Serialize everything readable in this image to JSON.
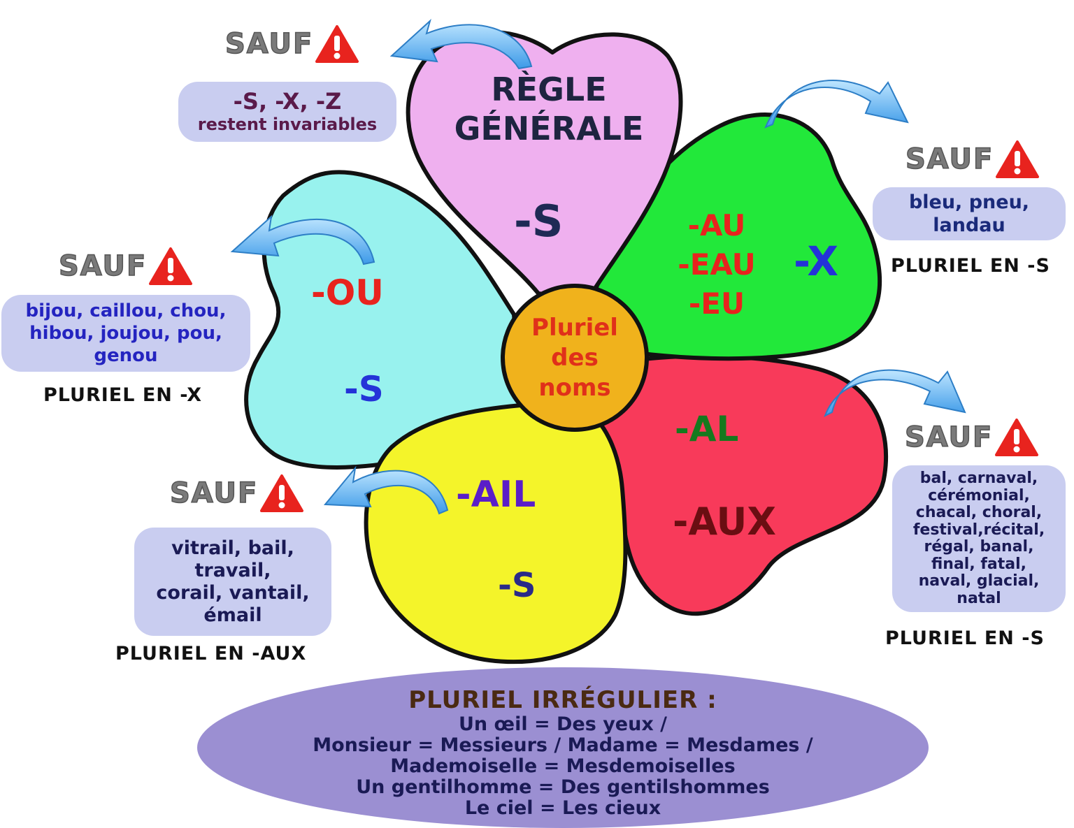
{
  "center": {
    "lines": [
      "Pluriel",
      "des",
      "noms"
    ]
  },
  "petals": {
    "general": {
      "title_lines": [
        "RÈGLE",
        "GÉNÉRALE"
      ],
      "suffix": "-S",
      "color": "#efb0ef"
    },
    "au": {
      "endings": [
        "-AU",
        "-EAU",
        "-EU"
      ],
      "suffix": "-X",
      "color": "#22e83a"
    },
    "al": {
      "ending": "-AL",
      "suffix": "-AUX",
      "color": "#f83a5a"
    },
    "ail": {
      "ending": "-AIL",
      "suffix": "-S",
      "color": "#f4f42a"
    },
    "ou": {
      "ending": "-OU",
      "suffix": "-S",
      "color": "#98f2ee"
    }
  },
  "exceptions": {
    "general": {
      "sauf": "SAUF",
      "lines": [
        "-S,  -X, -Z",
        "restent invariables"
      ]
    },
    "au": {
      "sauf": "SAUF",
      "lines": [
        "bleu, pneu,",
        "landau"
      ],
      "plural": "PLURIEL EN -S"
    },
    "ou": {
      "sauf": "SAUF",
      "lines": [
        "bijou, caillou, chou,",
        "hibou, joujou, pou,",
        "genou"
      ],
      "plural": "PLURIEL EN -X"
    },
    "ail": {
      "sauf": "SAUF",
      "lines": [
        "vitrail, bail,",
        "travail,",
        "corail, vantail,",
        "émail"
      ],
      "plural": "PLURIEL EN -AUX"
    },
    "al": {
      "sauf": "SAUF",
      "lines": [
        "bal, carnaval,",
        "cérémonial,",
        "chacal, choral,",
        "festival,récital,",
        "régal, banal,",
        "final, fatal,",
        "naval, glacial,",
        "natal"
      ],
      "plural": "PLURIEL EN -S"
    }
  },
  "irregular": {
    "title": "PLURIEL IRRÉGULIER :",
    "lines": [
      "Un œil = Des yeux   /",
      "Monsieur =  Messieurs  /  Madame = Mesdames  /",
      "Mademoiselle = Mesdemoiselles",
      "Un gentilhomme = Des gentilshommes",
      "Le ciel = Les cieux"
    ]
  },
  "icons": {
    "warning": "warning-icon",
    "arrow": "curved-arrow-icon"
  },
  "colors": {
    "warning_red": "#e8231e",
    "arrow_blue": "#4aa6ee",
    "box_bg": "#c9cdf0",
    "center": "#f0b21c"
  }
}
